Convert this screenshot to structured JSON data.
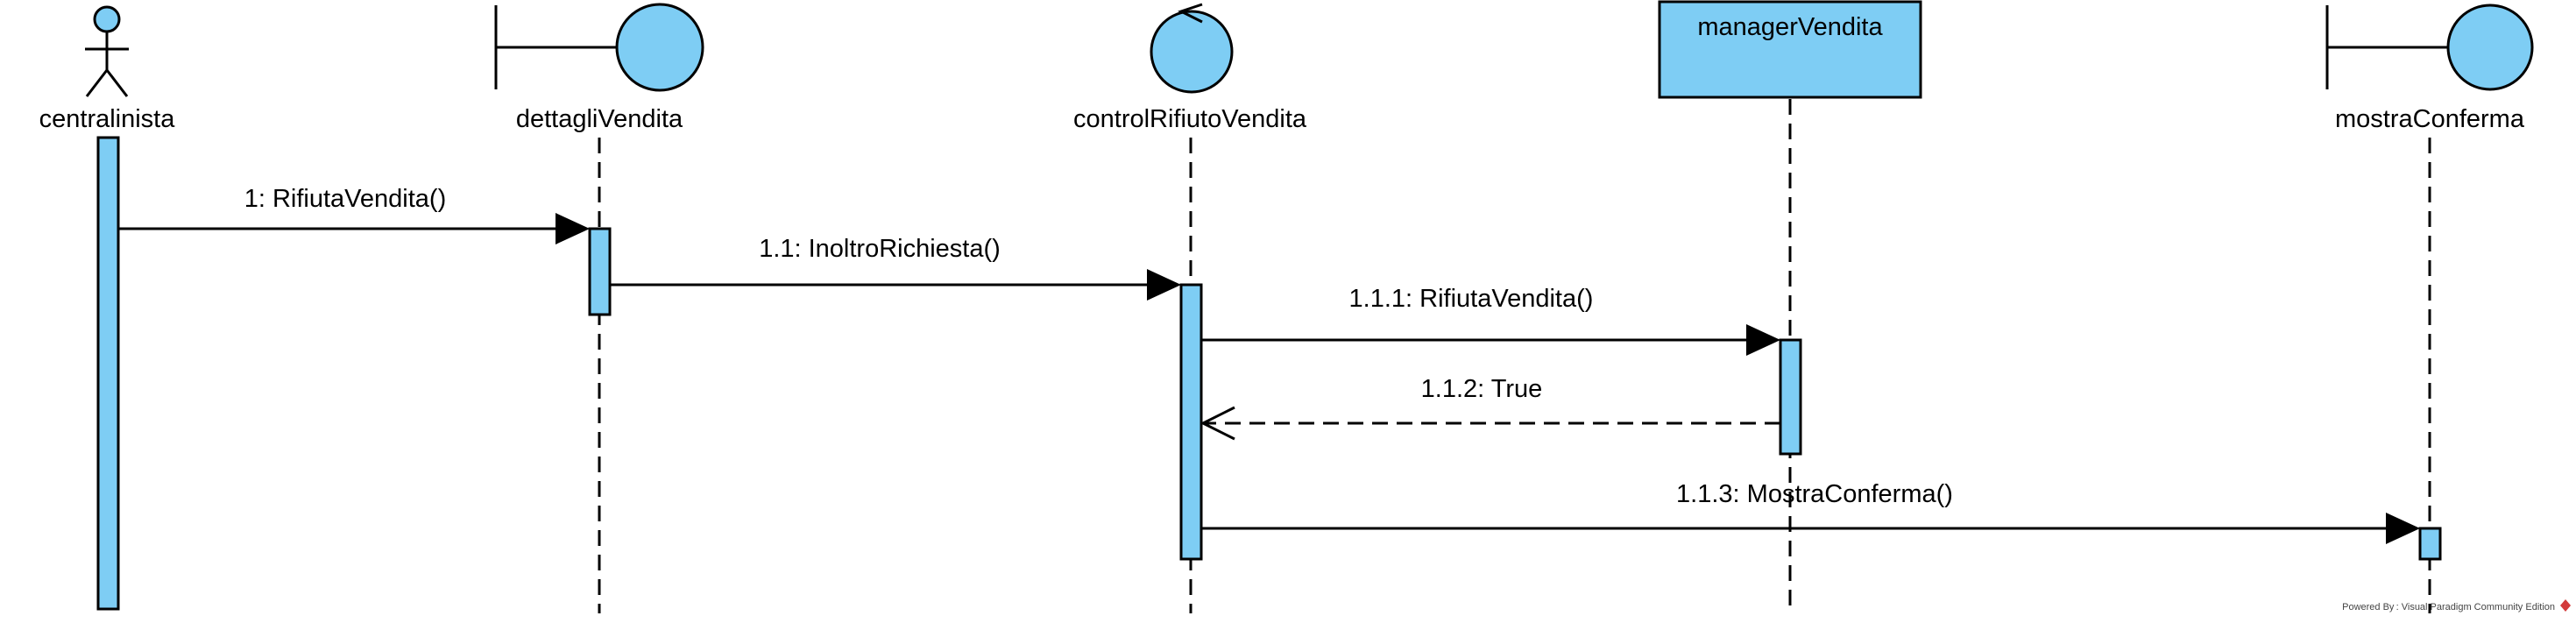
{
  "colors": {
    "fill": "#7ecdf4",
    "stroke": "#000000",
    "watermark_mark": "#d33a3a"
  },
  "participants": [
    {
      "id": "centralinista",
      "name": "centralinista",
      "kind": "actor"
    },
    {
      "id": "dettagliVendita",
      "name": "dettagliVendita",
      "kind": "boundary"
    },
    {
      "id": "controlRifiutoVendita",
      "name": "controlRifiutoVendita",
      "kind": "control"
    },
    {
      "id": "managerVendita",
      "name": "managerVendita",
      "kind": "entity-box"
    },
    {
      "id": "mostraConferma",
      "name": "mostraConferma",
      "kind": "boundary"
    }
  ],
  "messages": [
    {
      "label": "1: RifiutaVendita()",
      "from": "centralinista",
      "to": "dettagliVendita",
      "type": "sync"
    },
    {
      "label": "1.1: InoltroRichiesta()",
      "from": "dettagliVendita",
      "to": "controlRifiutoVendita",
      "type": "sync"
    },
    {
      "label": "1.1.1: RifiutaVendita()",
      "from": "controlRifiutoVendita",
      "to": "managerVendita",
      "type": "sync"
    },
    {
      "label": "1.1.2: True",
      "from": "managerVendita",
      "to": "controlRifiutoVendita",
      "type": "return"
    },
    {
      "label": "1.1.3: MostraConferma()",
      "from": "controlRifiutoVendita",
      "to": "mostraConferma",
      "type": "sync"
    }
  ],
  "watermark": "Powered By : Visual Paradigm Community Edition"
}
